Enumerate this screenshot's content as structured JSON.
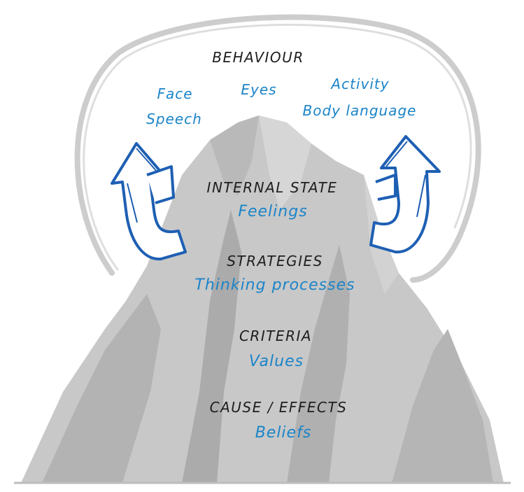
{
  "diagram": {
    "behaviour": {
      "heading": "BEHAVIOUR",
      "items": [
        "Face",
        "Speech",
        "Eyes",
        "Activity",
        "Body language"
      ]
    },
    "levels": [
      {
        "heading": "INTERNAL STATE",
        "sub": "Feelings"
      },
      {
        "heading": "STRATEGIES",
        "sub": "Thinking processes"
      },
      {
        "heading": "CRITERIA",
        "sub": "Values"
      },
      {
        "heading": "CAUSE / EFFECTS",
        "sub": "Beliefs"
      }
    ]
  },
  "colors": {
    "ink": "#1e1e1e",
    "accent_blue": "#1b84c8",
    "arrow_blue": "#1e5fb3",
    "mountain_front": "#c8c8c8",
    "mountain_dark": "#a9a9a9",
    "loop_grey": "#cdcdcd"
  }
}
